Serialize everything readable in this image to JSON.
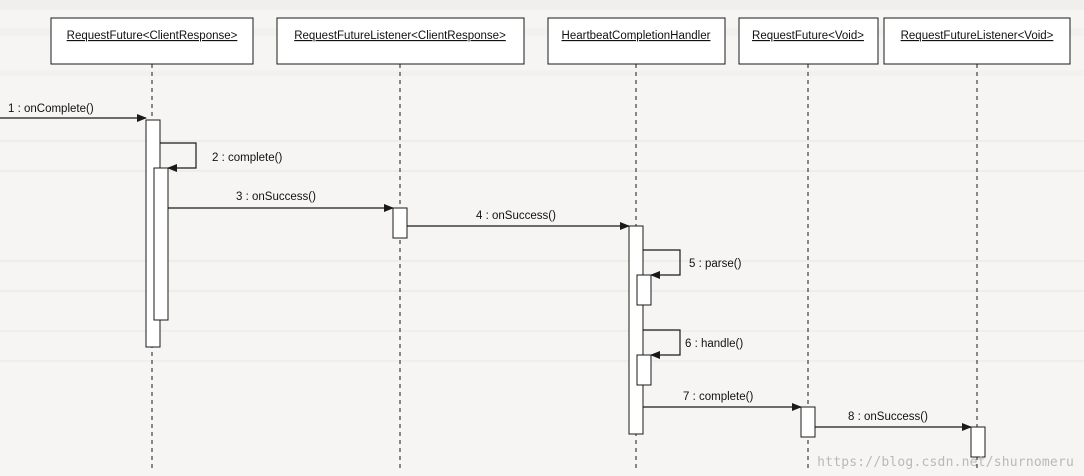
{
  "lifelines": [
    {
      "id": "rf_client",
      "label": "RequestFuture<ClientResponse>"
    },
    {
      "id": "rfl_client",
      "label": "RequestFutureListener<ClientResponse>"
    },
    {
      "id": "hch",
      "label": "HeartbeatCompletionHandler"
    },
    {
      "id": "rf_void",
      "label": "RequestFuture<Void>"
    },
    {
      "id": "rfl_void",
      "label": "RequestFutureListener<Void>"
    }
  ],
  "messages": [
    {
      "n": 1,
      "label": "1 : onComplete()"
    },
    {
      "n": 2,
      "label": "2 : complete()"
    },
    {
      "n": 3,
      "label": "3 : onSuccess()"
    },
    {
      "n": 4,
      "label": "4 : onSuccess()"
    },
    {
      "n": 5,
      "label": "5 : parse()"
    },
    {
      "n": 6,
      "label": "6 : handle()"
    },
    {
      "n": 7,
      "label": "7 : complete()"
    },
    {
      "n": 8,
      "label": "8 : onSuccess()"
    }
  ],
  "watermark": "https://blog.csdn.net/shurnomeru",
  "colors": {
    "line": "#1a1a1a",
    "box_fill": "#ffffff",
    "background": "#f6f5f3",
    "bleed_text": "#c9c9c6"
  }
}
